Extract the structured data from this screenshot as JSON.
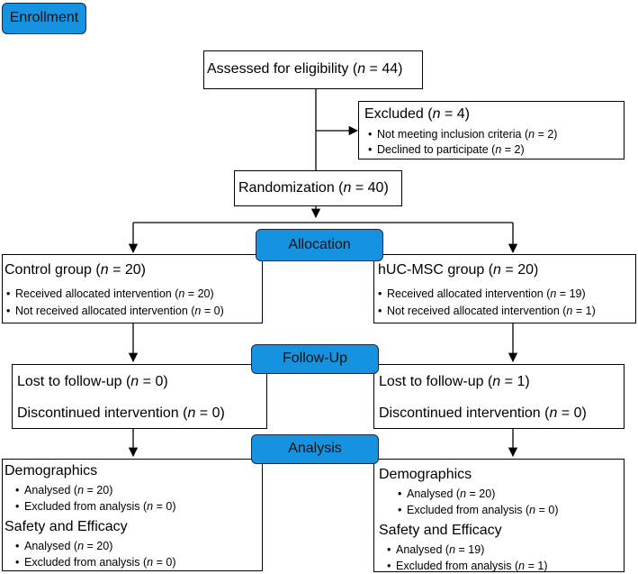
{
  "n_symbol": "n",
  "colors": {
    "stage_fill": "#1592e0",
    "stage_border": "#1a2a44",
    "box_border": "#000000"
  },
  "stages": {
    "enrollment": "Enrollment",
    "allocation": "Allocation",
    "followup": "Follow-Up",
    "analysis": "Analysis"
  },
  "assessed": {
    "label": "Assessed for eligibility",
    "n": "44"
  },
  "excluded": {
    "label": "Excluded",
    "n": "4",
    "items": [
      {
        "label": "Not meeting inclusion criteria",
        "n": "2"
      },
      {
        "label": "Declined to participate",
        "n": "2"
      }
    ]
  },
  "randomization": {
    "label": "Randomization",
    "n": "40"
  },
  "allocation": {
    "control": {
      "label": "Control group",
      "n": "20",
      "items": [
        {
          "label": "Received allocated intervention",
          "n": "20"
        },
        {
          "label": "Not received allocated intervention",
          "n": "0"
        }
      ]
    },
    "huc": {
      "label": "hUC-MSC group",
      "n": "20",
      "items": [
        {
          "label": "Received allocated intervention",
          "n": "19"
        },
        {
          "label": "Not received allocated intervention",
          "n": "1"
        }
      ]
    }
  },
  "followup": {
    "lost_label": "Lost to follow-up",
    "discontinued_label": "Discontinued intervention",
    "control": {
      "lost": "0",
      "discontinued": "0"
    },
    "huc": {
      "lost": "1",
      "discontinued": "0"
    }
  },
  "analysis": {
    "demographics_label": "Demographics",
    "safety_label": "Safety and Efficacy",
    "analysed_label": "Analysed",
    "excluded_label": "Excluded from analysis",
    "control": {
      "demographics": {
        "analysed": "20",
        "excluded": "0"
      },
      "safety": {
        "analysed": "20",
        "excluded": "0"
      }
    },
    "huc": {
      "demographics": {
        "analysed": "20",
        "excluded": "0"
      },
      "safety": {
        "analysed": "19",
        "excluded": "1"
      }
    }
  }
}
